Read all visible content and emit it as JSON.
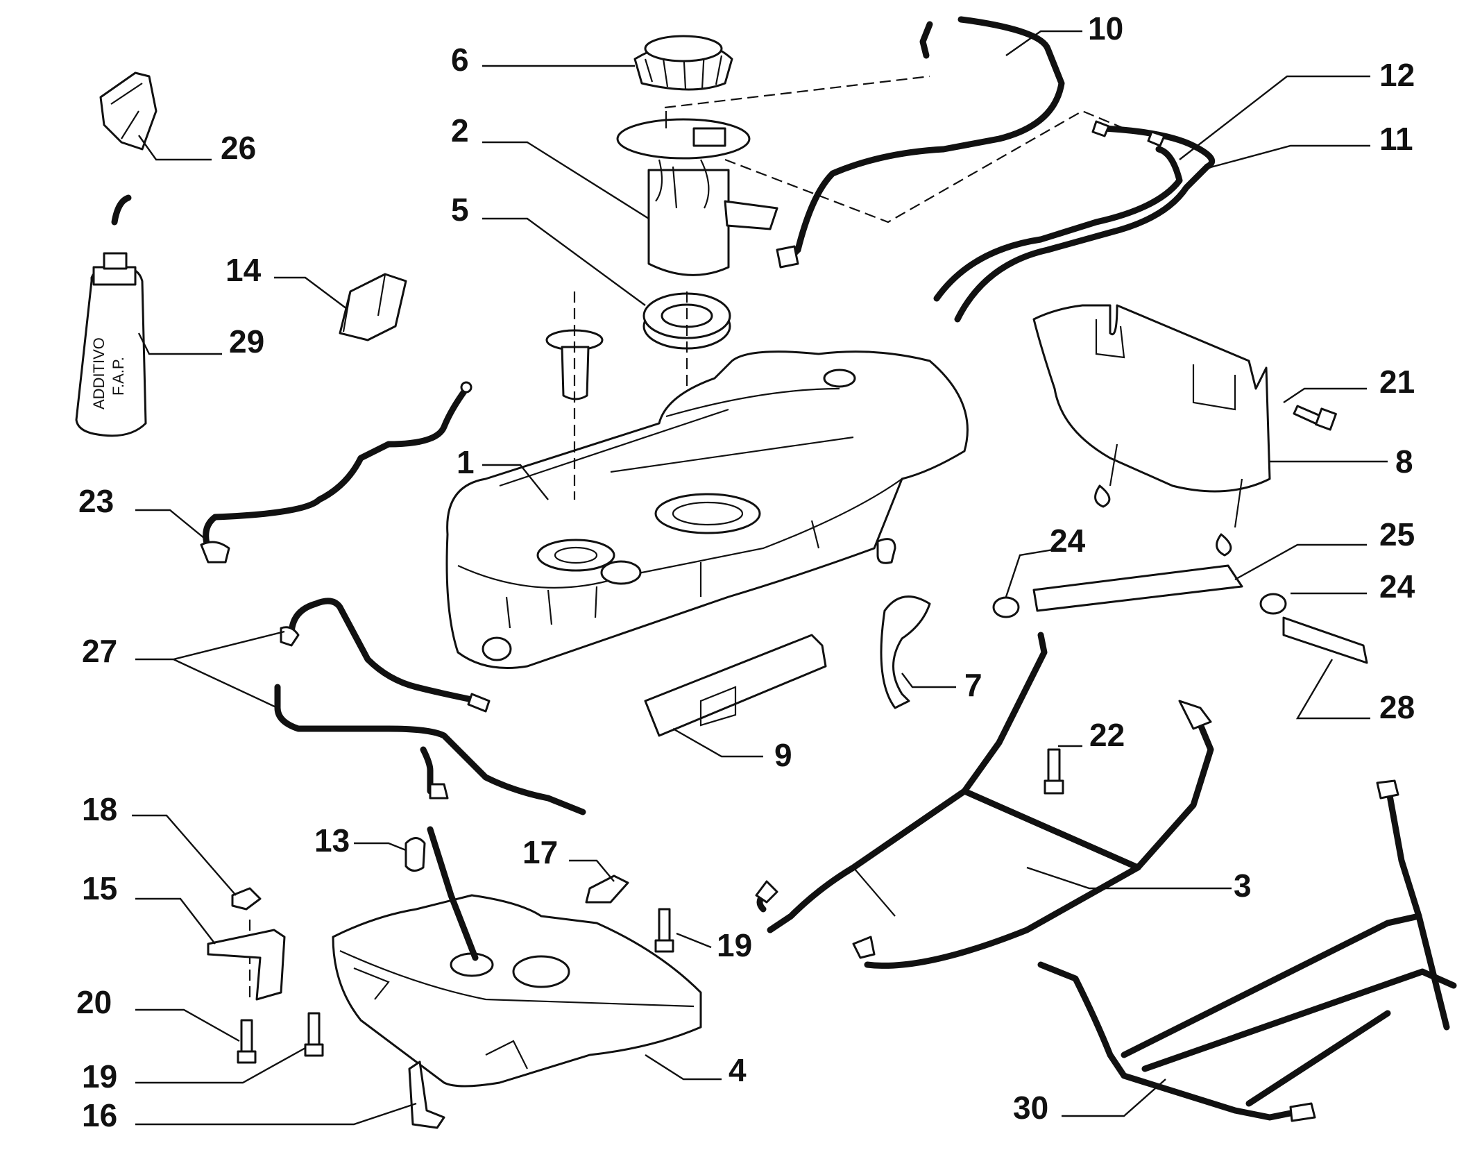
{
  "diagram": {
    "callouts": [
      "10",
      "6",
      "12",
      "2",
      "11",
      "26",
      "5",
      "14",
      "29",
      "21",
      "1",
      "8",
      "23",
      "24",
      "25",
      "24",
      "27",
      "7",
      "28",
      "22",
      "9",
      "18",
      "13",
      "17",
      "3",
      "15",
      "19",
      "20",
      "19",
      "4",
      "16",
      "30"
    ],
    "bottle_text": [
      "ADDITIVO",
      "F.A.P."
    ]
  }
}
